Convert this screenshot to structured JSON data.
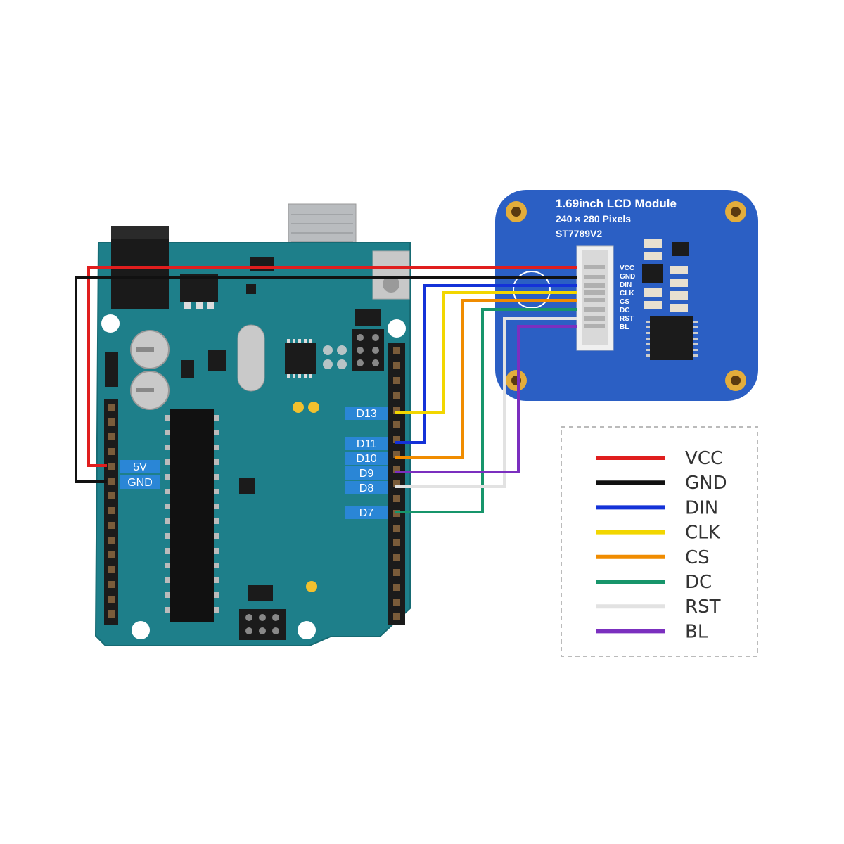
{
  "lcd": {
    "title": "1.69inch LCD Module",
    "resolution": "240 × 280 Pixels",
    "driver": "ST7789V2",
    "pins": [
      "VCC",
      "GND",
      "DIN",
      "CLK",
      "CS",
      "DC",
      "RST",
      "BL"
    ]
  },
  "arduino": {
    "power_labels": [
      "5V",
      "GND"
    ],
    "digital_labels": [
      "D13",
      "D11",
      "D10",
      "D9",
      "D8",
      "D7"
    ]
  },
  "legend": {
    "items": [
      {
        "label": "VCC",
        "color": "#e01e1e"
      },
      {
        "label": "GND",
        "color": "#111111"
      },
      {
        "label": "DIN",
        "color": "#1432d8"
      },
      {
        "label": "CLK",
        "color": "#f2d600"
      },
      {
        "label": "CS",
        "color": "#f08c00"
      },
      {
        "label": "DC",
        "color": "#17956b"
      },
      {
        "label": "RST",
        "color": "#e2e2e2"
      },
      {
        "label": "BL",
        "color": "#7b2fbf"
      }
    ]
  },
  "colors": {
    "board": "#1e7f8a",
    "lcd_board": "#2b5fc4",
    "label_bg": "#2a86d6"
  }
}
